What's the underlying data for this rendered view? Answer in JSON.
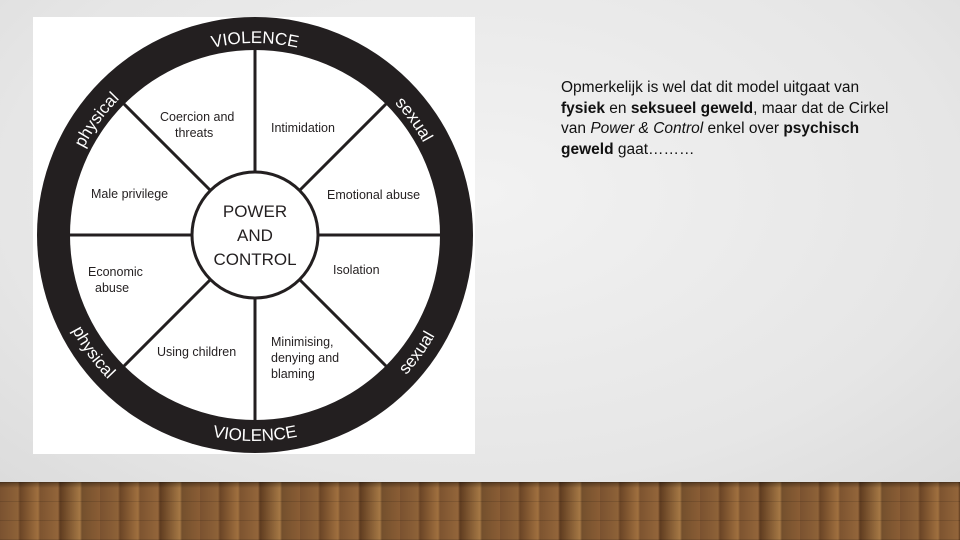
{
  "wheel": {
    "center_lines": [
      "POWER",
      "AND",
      "CONTROL"
    ],
    "rim_labels": {
      "top": "VIOLENCE",
      "bottom": "VIOLENCE",
      "top_left": "physical",
      "top_right": "sexual",
      "bottom_left": "physical",
      "bottom_right": "sexual"
    },
    "segments": [
      {
        "lines": [
          "Intimidation"
        ]
      },
      {
        "lines": [
          "Emotional abuse"
        ]
      },
      {
        "lines": [
          "Isolation"
        ]
      },
      {
        "lines": [
          "Minimising,",
          "denying and",
          "blaming"
        ]
      },
      {
        "lines": [
          "Using children"
        ]
      },
      {
        "lines": [
          "Economic",
          "abuse"
        ]
      },
      {
        "lines": [
          "Male privilege"
        ]
      },
      {
        "lines": [
          "Coercion and",
          "threats"
        ]
      }
    ]
  },
  "text": {
    "p1": "Opmerkelijk is wel dat dit model uitgaat van ",
    "b1": "fysiek",
    "p2": " en ",
    "b2": "seksueel geweld",
    "p3": ", maar dat de Cirkel van ",
    "i1": "Power & Control",
    "p4": " enkel over ",
    "b3": "psychisch geweld",
    "p5": " gaat………"
  }
}
